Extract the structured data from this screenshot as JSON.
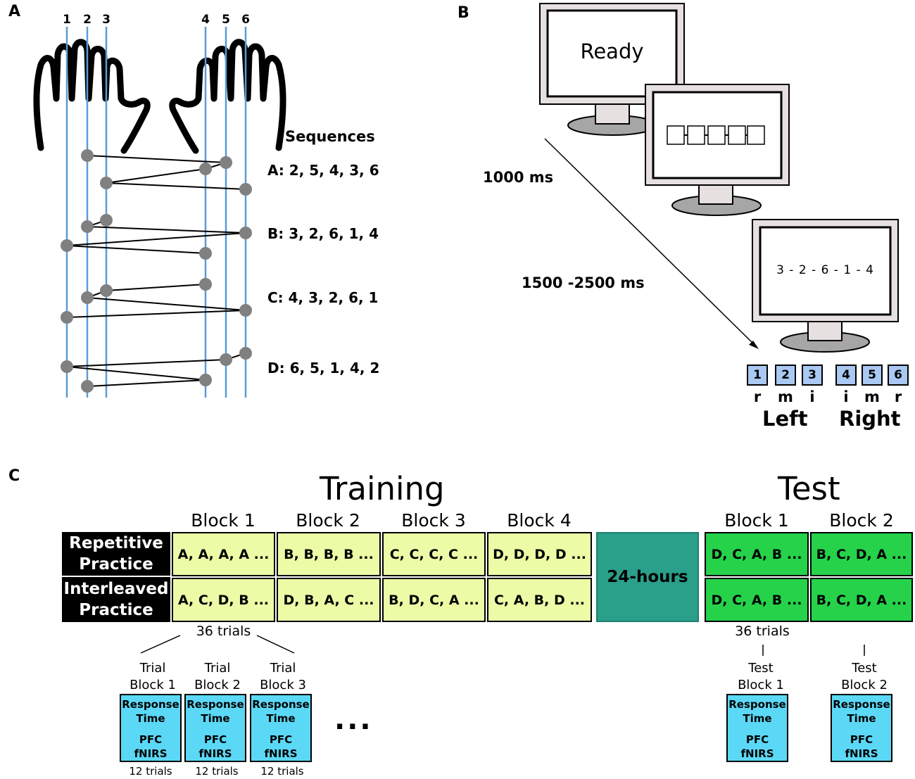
{
  "panel_a": {
    "letter": "A",
    "finger_numbers": [
      "1",
      "2",
      "3",
      "4",
      "5",
      "6"
    ],
    "sequences_title": "Sequences",
    "sequences": [
      {
        "label": "A: 2, 5, 4, 3, 6",
        "order": [
          2,
          5,
          4,
          3,
          6
        ]
      },
      {
        "label": "B: 3, 2, 6, 1, 4",
        "order": [
          3,
          2,
          6,
          1,
          4
        ]
      },
      {
        "label": "C: 4, 3, 2, 6, 1",
        "order": [
          4,
          3,
          2,
          6,
          1
        ]
      },
      {
        "label": "D: 6, 5, 1, 4, 2",
        "order": [
          6,
          5,
          1,
          4,
          2
        ]
      }
    ],
    "line_color": "#5b9bd5",
    "dot_color": "#808080"
  },
  "panel_b": {
    "letter": "B",
    "screen1_text": "Ready",
    "screen3_text": "3 - 2 - 6 - 1 - 4",
    "timing1": "1000 ms",
    "timing2": "1500 -2500 ms",
    "keys": [
      {
        "num": "1",
        "finger": "r"
      },
      {
        "num": "2",
        "finger": "m"
      },
      {
        "num": "3",
        "finger": "i"
      },
      {
        "num": "4",
        "finger": "i"
      },
      {
        "num": "5",
        "finger": "m"
      },
      {
        "num": "6",
        "finger": "r"
      }
    ],
    "left_label": "Left",
    "right_label": "Right",
    "key_color": "#a9c8f2"
  },
  "panel_c": {
    "letter": "C",
    "training_title": "Training",
    "test_title": "Test",
    "training_blocks": [
      "Block 1",
      "Block 2",
      "Block 3",
      "Block 4"
    ],
    "test_blocks": [
      "Block 1",
      "Block 2"
    ],
    "rows": [
      {
        "label_line1": "Repetitive",
        "label_line2": "Practice",
        "training": [
          "A, A, A, A ...",
          "B, B, B, B ...",
          "C, C, C, C ...",
          "D, D, D, D ..."
        ],
        "test": [
          "D, C, A, B ...",
          "B, C, D, A ..."
        ]
      },
      {
        "label_line1": "Interleaved",
        "label_line2": "Practice",
        "training": [
          "A, C, D, B ...",
          "D, B, A, C ...",
          "B, D, C, A ...",
          "C, A, B, D ..."
        ],
        "test": [
          "D, C, A, B ...",
          "B, C, D, A ..."
        ]
      }
    ],
    "gap_label": "24-hours",
    "training_trials": "36 trials",
    "test_trials": "36 trials",
    "trial_blocks": [
      {
        "line1": "Trial",
        "line2": "Block 1"
      },
      {
        "line1": "Trial",
        "line2": "Block 2"
      },
      {
        "line1": "Trial",
        "line2": "Block 3"
      }
    ],
    "test_sub_blocks": [
      {
        "line1": "Test",
        "line2": "Block 1"
      },
      {
        "line1": "Test",
        "line2": "Block 2"
      }
    ],
    "measure_line1": "Response",
    "measure_line2": "Time",
    "measure_line3": "PFC",
    "measure_line4": "fNIRS",
    "twelve_trials": "12 trials",
    "ellipsis": "...",
    "colors": {
      "training_cell": "#ecfba6",
      "test_cell": "#25d24a",
      "gap": "#2a9f8a",
      "measure_box": "#5bd8f6"
    }
  }
}
